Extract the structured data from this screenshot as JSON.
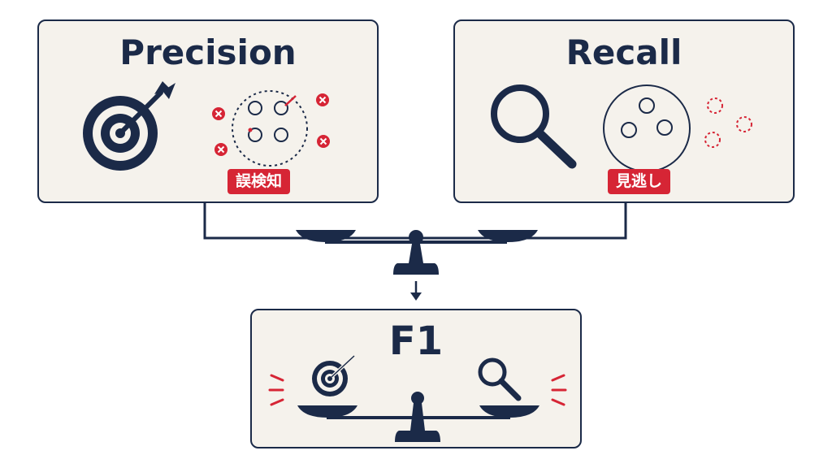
{
  "precision": {
    "title": "Precision",
    "tag": "誤検知",
    "icon": "target-arrow-icon"
  },
  "recall": {
    "title": "Recall",
    "tag": "見逃し",
    "icon": "magnifier-icon"
  },
  "f1": {
    "title": "F1",
    "icon_left": "target-arrow-icon",
    "icon_right": "magnifier-icon"
  },
  "colors": {
    "navy": "#1b2a48",
    "red": "#d62535",
    "panel_bg": "#f5f2ec"
  }
}
